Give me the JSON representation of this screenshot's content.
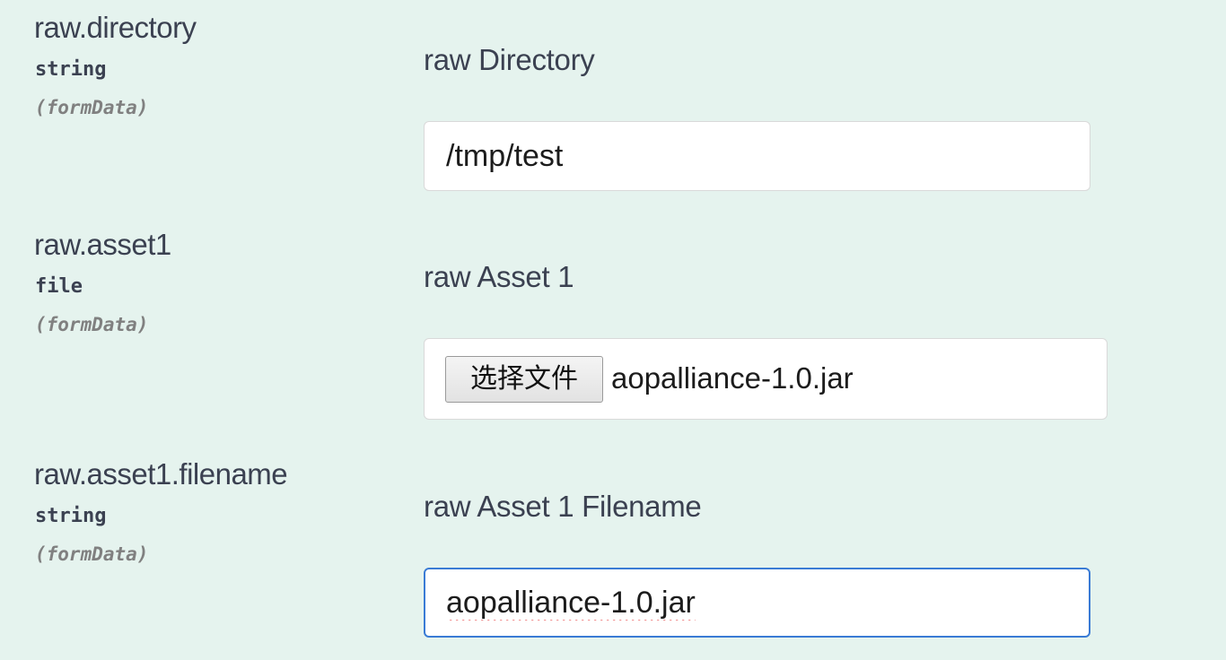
{
  "params": [
    {
      "name": "raw.directory",
      "type": "string",
      "in": "(formData)",
      "description": "raw Directory",
      "value": "/tmp/test"
    },
    {
      "name": "raw.asset1",
      "type": "file",
      "in": "(formData)",
      "description": "raw Asset 1",
      "button_label": "选择文件",
      "file_name": "aopalliance-1.0.jar"
    },
    {
      "name": "raw.asset1.filename",
      "type": "string",
      "in": "(formData)",
      "description": "raw Asset 1 Filename",
      "value": "aopalliance-1.0.jar"
    }
  ]
}
